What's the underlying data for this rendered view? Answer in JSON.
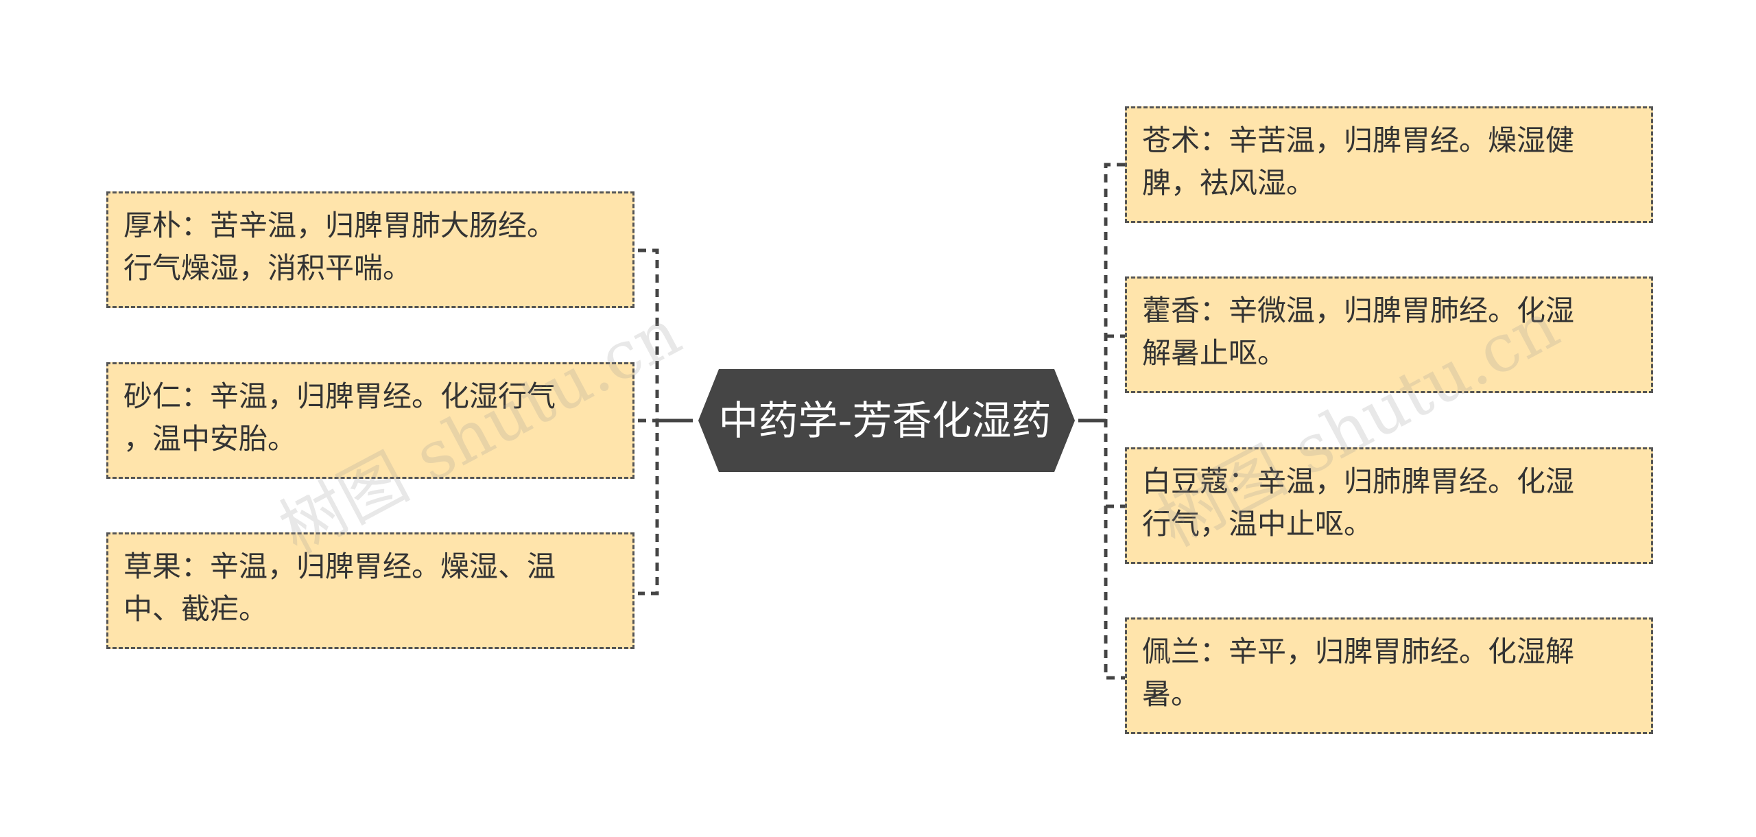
{
  "central": {
    "title": "中药学-芳香化湿药",
    "fill_color": "#454545",
    "text_color": "#ffffff"
  },
  "topic_style": {
    "fill_color": "#ffe4ab",
    "border_color": "#555555",
    "text_color": "#333333"
  },
  "left_branches": [
    {
      "line1": "厚朴：苦辛温，归脾胃肺大肠经。",
      "line2": "行气燥湿，消积平喘。"
    },
    {
      "line1": "砂仁：辛温，归脾胃经。化湿行气",
      "line2": "，温中安胎。"
    },
    {
      "line1": "草果：辛温，归脾胃经。燥湿、温",
      "line2": "中、截疟。"
    }
  ],
  "right_branches": [
    {
      "line1": "苍术：辛苦温，归脾胃经。燥湿健",
      "line2": "脾，祛风湿。"
    },
    {
      "line1": "藿香：辛微温，归脾胃肺经。化湿",
      "line2": "解暑止呕。"
    },
    {
      "line1": "白豆蔻：辛温，归肺脾胃经。化湿",
      "line2": "行气，温中止呕。"
    },
    {
      "line1": "佩兰：辛平，归脾胃肺经。化湿解",
      "line2": "暑。"
    }
  ],
  "watermarks": [
    "树图 shutu.cn",
    "树图 shutu.cn"
  ]
}
